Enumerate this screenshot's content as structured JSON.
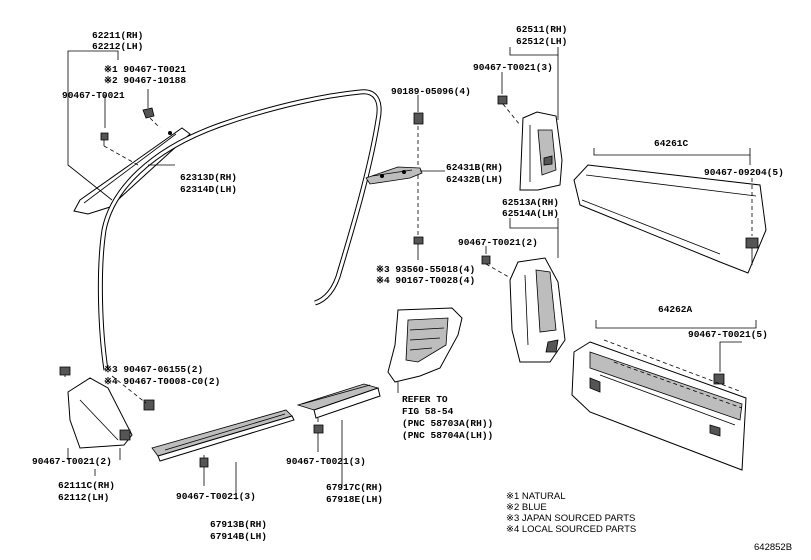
{
  "diagram_id": "642852B",
  "labels": {
    "l62211": "62211(RH)",
    "l62212": "62212(LH)",
    "n1_t0021": "※1 90467-T0021",
    "n2_10188": "※2 90467-10188",
    "a_t0021": "90467-T0021",
    "l62313": "62313D(RH)",
    "l62314": "62314D(LH)",
    "l90189": "90189-05096(4)",
    "l62431": "62431B(RH)",
    "l62432": "62432B(LH)",
    "n3_93560": "※3 93560-55018(4)",
    "n4_90167": "※4 90167-T0028(4)",
    "l62511": "62511(RH)",
    "l62512": "62512(LH)",
    "b_t0021_3": "90467-T0021(3)",
    "l64261": "64261C",
    "l09204": "90467-09204(5)",
    "l62513": "62513A(RH)",
    "l62514": "62514A(LH)",
    "c_t0021_2": "90467-T0021(2)",
    "l64262": "64262A",
    "d_t0021_5": "90467-T0021(5)",
    "n3_06155": "※3 90467-06155(2)",
    "n4_t0008": "※4 90467-T0008-C0(2)",
    "refer1": "REFER TO",
    "refer2": "FIG 58-54",
    "refer3": "(PNC 58703A(RH))",
    "refer4": "(PNC 58704A(LH))",
    "e_t0021_2": "90467-T0021(2)",
    "l62111": "62111C(RH)",
    "l62112": "62112(LH)",
    "f_t0021_3": "90467-T0021(3)",
    "l67913": "67913B(RH)",
    "l67914": "67914B(LH)",
    "g_t0021_3": "90467-T0021(3)",
    "l67917": "67917C(RH)",
    "l67918": "67918E(LH)"
  },
  "legend": [
    "※1  NATURAL",
    "※2  BLUE",
    "※3  JAPAN SOURCED PARTS",
    "※4  LOCAL SOURCED PARTS"
  ]
}
